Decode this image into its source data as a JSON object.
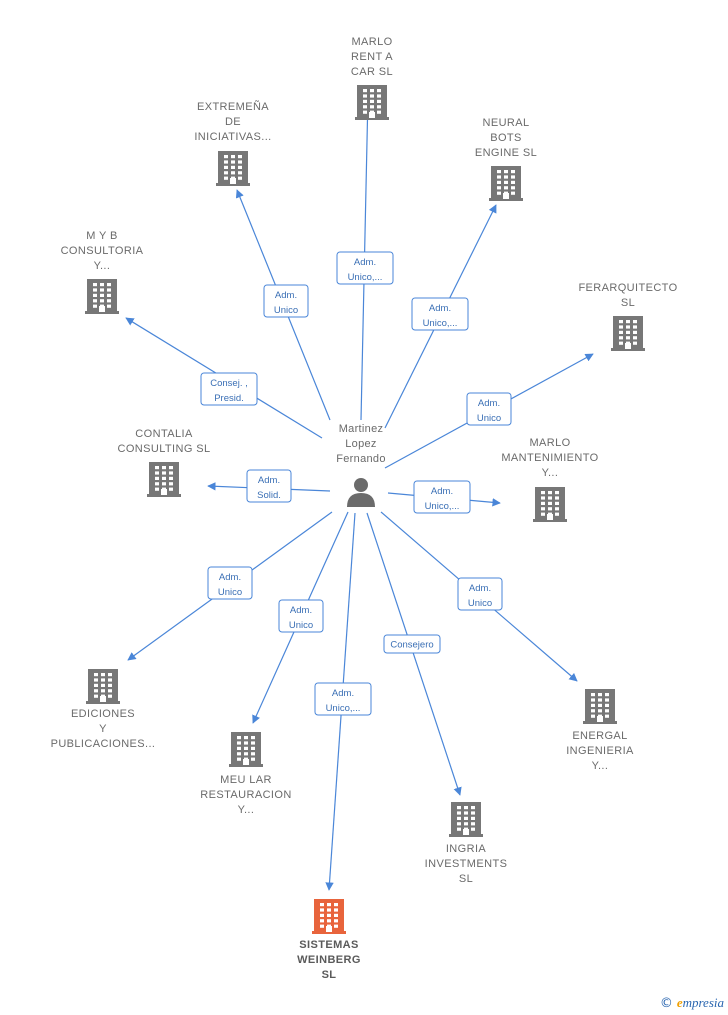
{
  "colors": {
    "edge": "#4a86d8",
    "company": "#777777",
    "main_company": "#e8643c",
    "label_border": "#4a86d8"
  },
  "center": {
    "name": "person-node",
    "icon": "person-icon",
    "label": [
      "Martinez",
      "Lopez",
      "Fernando"
    ]
  },
  "companies": [
    {
      "id": "marlo-rent",
      "label": [
        "MARLO",
        "RENT A",
        "CAR  SL"
      ],
      "relation": [
        "Adm.",
        "Unico,..."
      ]
    },
    {
      "id": "extremena",
      "label": [
        "EXTREMEÑA",
        "DE",
        "INICIATIVAS..."
      ],
      "relation": [
        "Adm.",
        "Unico"
      ]
    },
    {
      "id": "neural-bots",
      "label": [
        "NEURAL",
        "BOTS",
        "ENGINE  SL"
      ],
      "relation": [
        "Adm.",
        "Unico,..."
      ]
    },
    {
      "id": "myb-consultoria",
      "label": [
        "M Y B",
        "CONSULTORIA",
        "Y..."
      ],
      "relation": [
        "Consej. ,",
        "Presid."
      ]
    },
    {
      "id": "ferarquitecto",
      "label": [
        "FERARQUITECTO",
        "SL"
      ],
      "relation": [
        "Adm.",
        "Unico"
      ]
    },
    {
      "id": "contalia",
      "label": [
        "CONTALIA",
        "CONSULTING SL"
      ],
      "relation": [
        "Adm.",
        "Solid."
      ]
    },
    {
      "id": "marlo-mantenimiento",
      "label": [
        "MARLO",
        "MANTENIMIENTO",
        "Y..."
      ],
      "relation": [
        "Adm.",
        "Unico,..."
      ]
    },
    {
      "id": "ediciones",
      "label": [
        "EDICIONES",
        "Y",
        "PUBLICACIONES..."
      ],
      "relation": [
        "Adm.",
        "Unico"
      ]
    },
    {
      "id": "meu-lar",
      "label": [
        "MEU LAR",
        "RESTAURACION",
        "Y..."
      ],
      "relation": [
        "Adm.",
        "Unico"
      ]
    },
    {
      "id": "energal",
      "label": [
        "ENERGAL",
        "INGENIERIA",
        "Y..."
      ],
      "relation": [
        "Adm.",
        "Unico"
      ]
    },
    {
      "id": "ingria",
      "label": [
        "INGRIA",
        "INVESTMENTS",
        "SL"
      ],
      "relation": [
        "Consejero"
      ]
    },
    {
      "id": "sistemas-weinberg",
      "label": [
        "SISTEMAS",
        "WEINBERG",
        "SL"
      ],
      "relation": [
        "Adm.",
        "Unico,..."
      ],
      "main": true
    }
  ],
  "footer": {
    "copyright": "©",
    "brand_initial": "e",
    "brand_rest": "mpresia"
  }
}
